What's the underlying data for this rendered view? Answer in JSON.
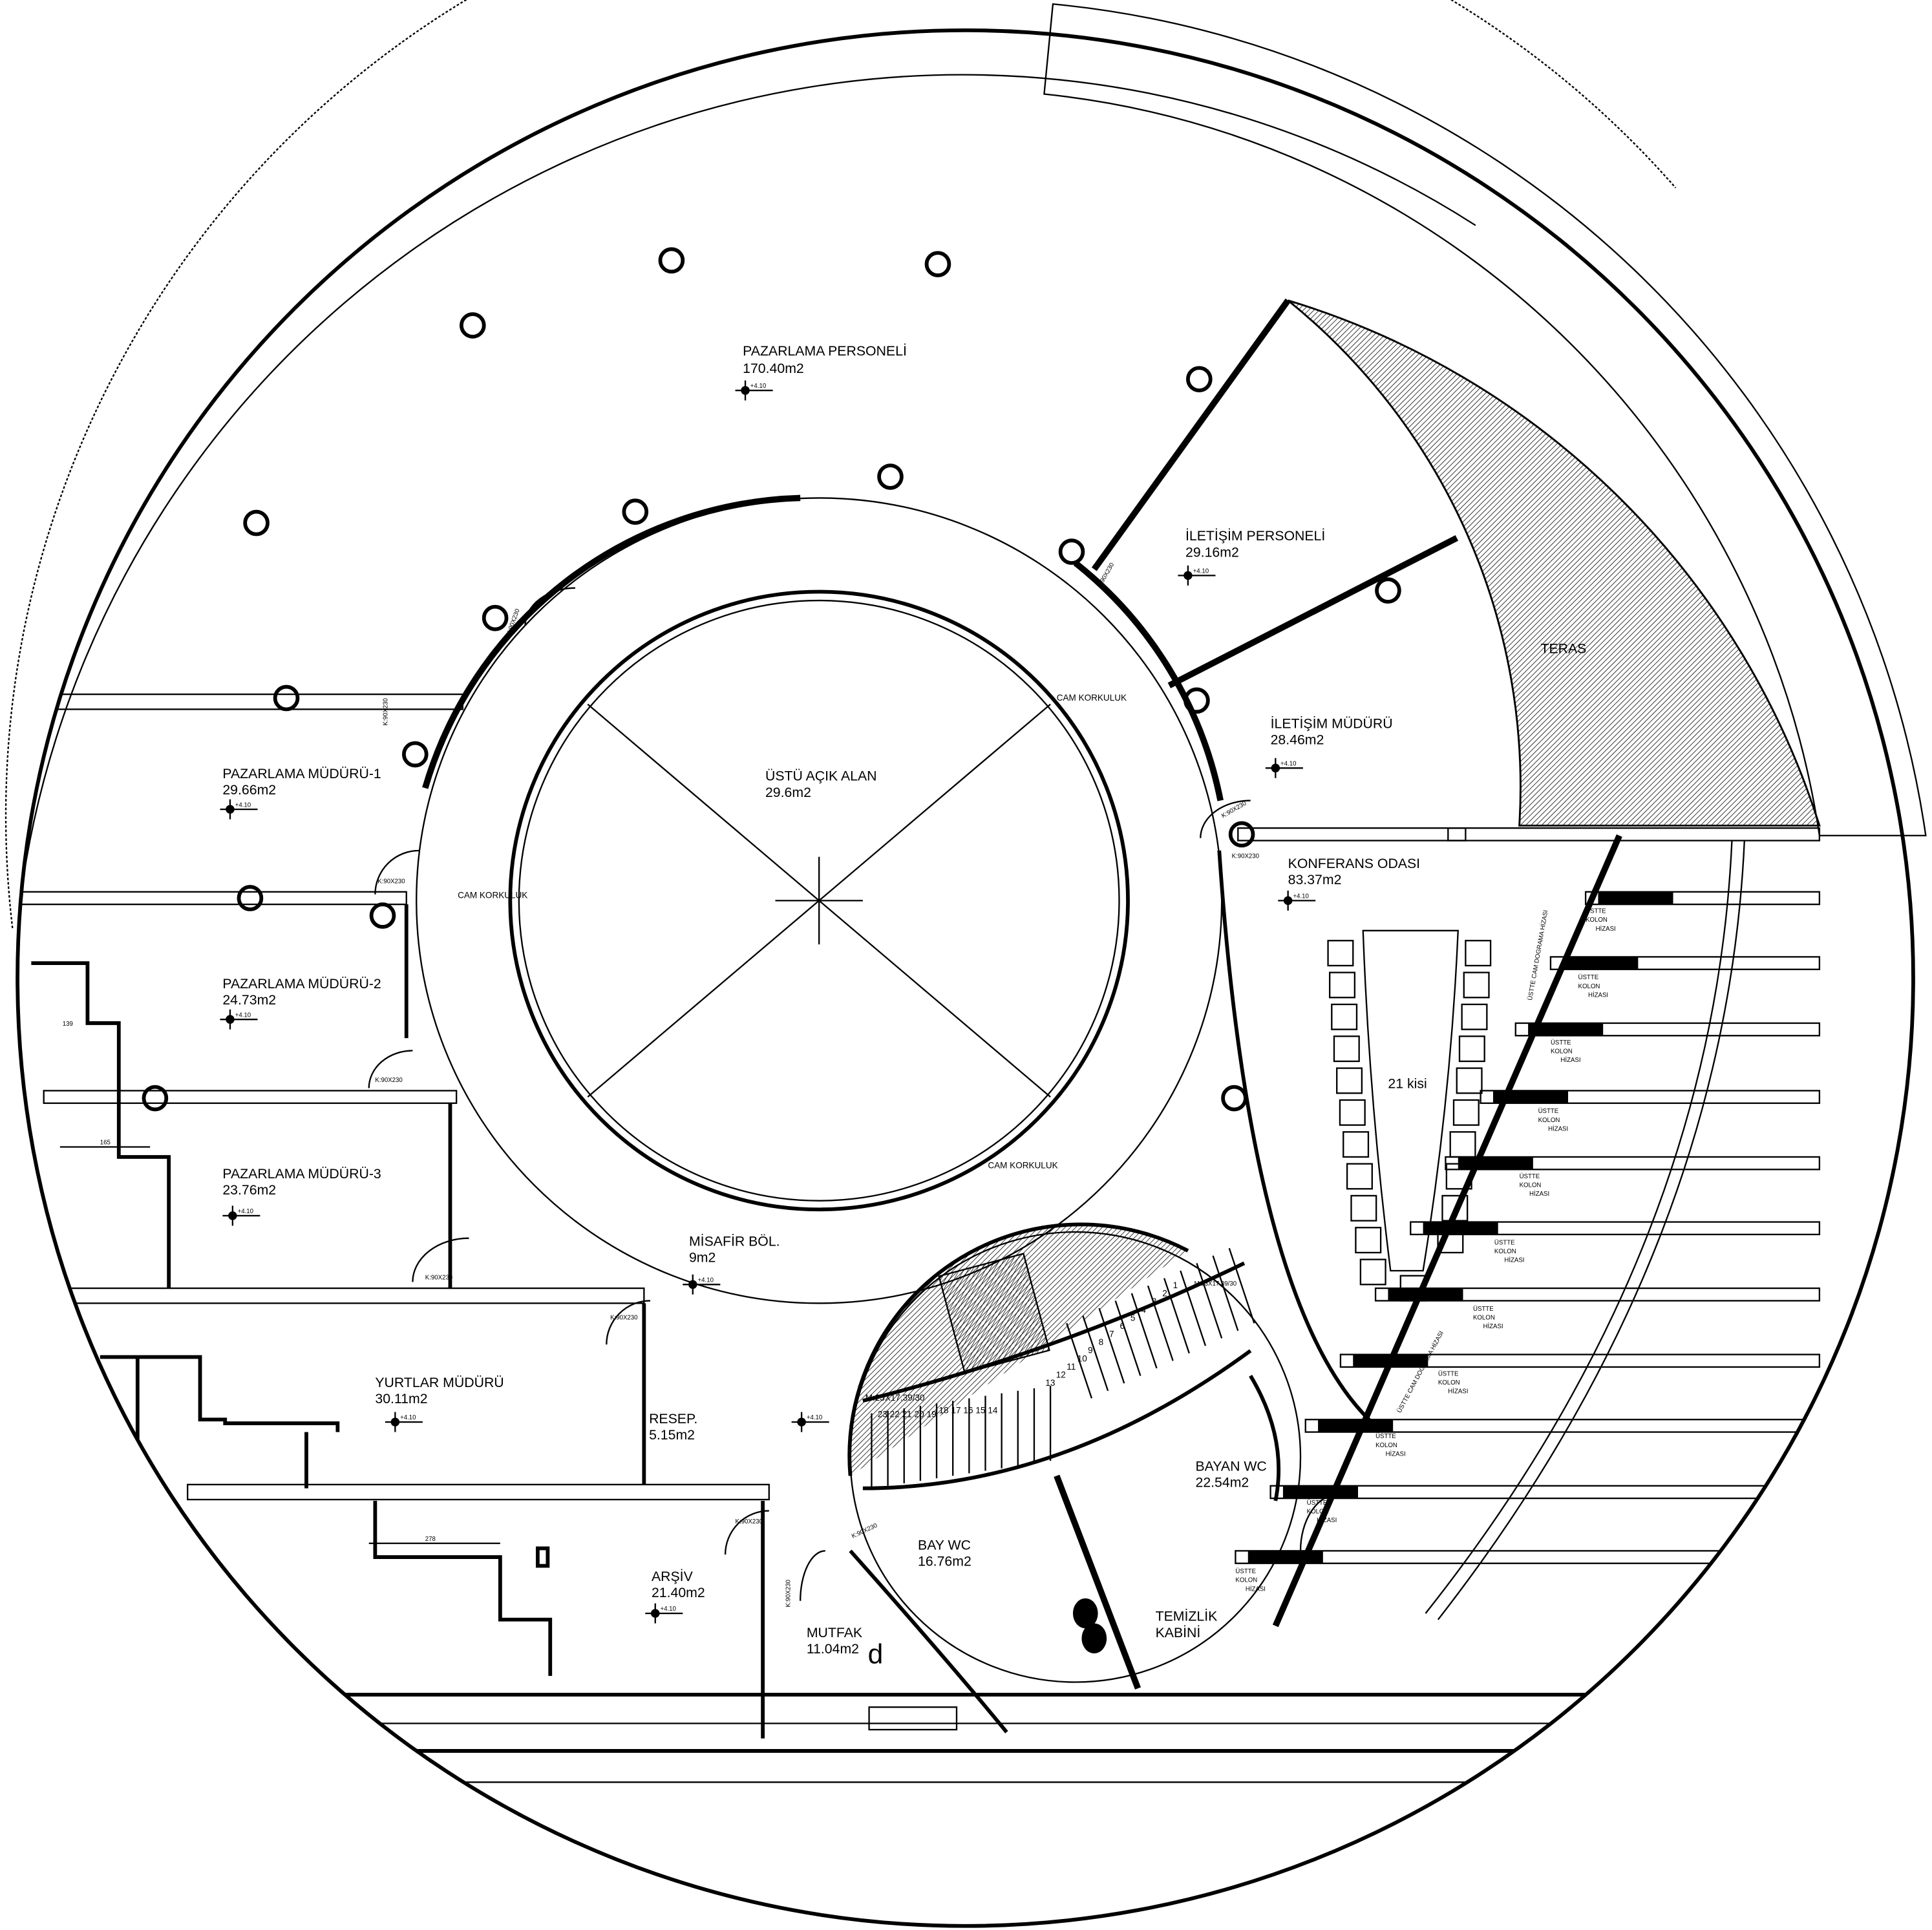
{
  "rooms": {
    "pazarlama_personeli": {
      "name": "PAZARLAMA PERSONELİ",
      "area": "170.40m2"
    },
    "iletisim_personeli": {
      "name": "İLETİŞİM PERSONELİ",
      "area": "29.16m2"
    },
    "teras": {
      "name": "TERAS"
    },
    "iletisim_muduru": {
      "name": "İLETİŞİM MÜDÜRÜ",
      "area": "28.46m2"
    },
    "ustu_acik_alan": {
      "name": "ÜSTÜ AÇIK ALAN",
      "area": "29.6m2"
    },
    "pazarlama_muduru_1": {
      "name": "PAZARLAMA MÜDÜRÜ-1",
      "area": "29.66m2"
    },
    "konferans_odasi": {
      "name": "KONFERANS ODASI",
      "area": "83.37m2",
      "capacity": "21 kisi"
    },
    "pazarlama_muduru_2": {
      "name": "PAZARLAMA MÜDÜRÜ-2",
      "area": "24.73m2"
    },
    "pazarlama_muduru_3": {
      "name": "PAZARLAMA MÜDÜRÜ-3",
      "area": "23.76m2"
    },
    "misafir_bol": {
      "name": "MİSAFİR BÖL.",
      "area": "9m2"
    },
    "yurtlar_muduru": {
      "name": "YURTLAR MÜDÜRÜ",
      "area": "30.11m2"
    },
    "resep": {
      "name": "RESEP.",
      "area": "5.15m2"
    },
    "bayan_wc": {
      "name": "BAYAN WC",
      "area": "22.54m2"
    },
    "bay_wc": {
      "name": "BAY WC",
      "area": "16.76m2"
    },
    "arsiv": {
      "name": "ARŞİV",
      "area": "21.40m2"
    },
    "temizlik_kabini": {
      "name": "TEMİZLİK",
      "name2": "KABİNİ"
    },
    "mutfak": {
      "name": "MUTFAK",
      "area": "11.04m2",
      "mark": "d"
    }
  },
  "level": "+4.10",
  "door": "K:90X230",
  "cam_korkuluk": "CAM KORKULUK",
  "stair": "M:23X17.39/30",
  "stair_steps": [
    "1",
    "2",
    "3",
    "4",
    "5",
    "6",
    "7",
    "8",
    "9",
    "10",
    "11",
    "12",
    "13",
    "14",
    "15",
    "16",
    "17",
    "18",
    "19",
    "20",
    "21",
    "22",
    "23"
  ],
  "dimensions": {
    "d1": "139",
    "d2": "165",
    "d3": "278"
  },
  "kolon_note": [
    "ÜSTTE",
    "KOLON",
    "HİZASI"
  ],
  "cam_dograma_note": "ÜSTTE CAM DOGRAMA HİZASI"
}
